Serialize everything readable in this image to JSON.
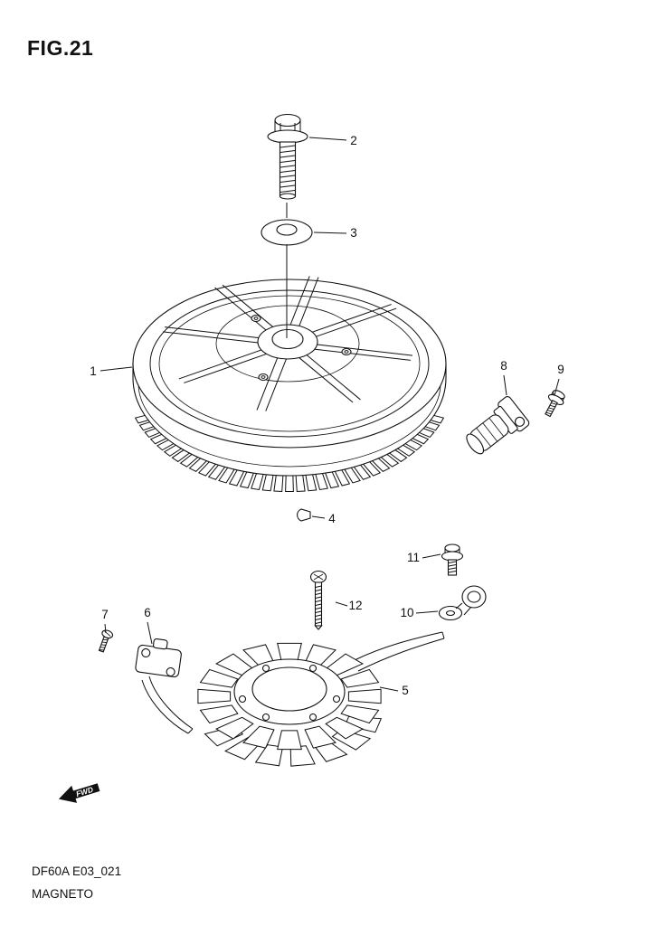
{
  "page": {
    "figure": "FIG.21",
    "model_code": "DF60A E03_021",
    "part_title": "MAGNETO",
    "fwd": "FWD"
  },
  "callouts": {
    "n1": "1",
    "n2": "2",
    "n3": "3",
    "n4": "4",
    "n5": "5",
    "n6": "6",
    "n7": "7",
    "n8": "8",
    "n9": "9",
    "n10": "10",
    "n11": "11",
    "n12": "12"
  }
}
